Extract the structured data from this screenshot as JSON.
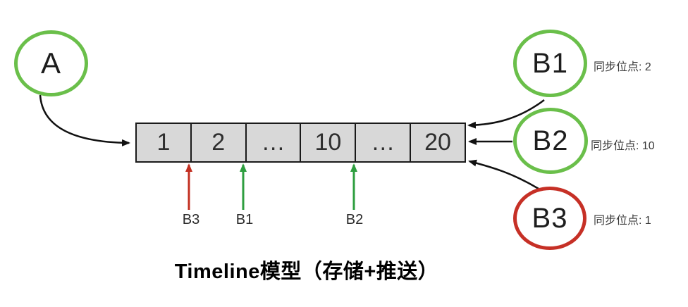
{
  "title": "Timeline模型（存储+推送）",
  "nodes": {
    "a": {
      "label": "A"
    },
    "b1": {
      "label": "B1",
      "note": "同步位点: 2"
    },
    "b2": {
      "label": "B2",
      "note": "同步位点: 10"
    },
    "b3": {
      "label": "B3",
      "note": "同步位点: 1"
    }
  },
  "timeline": {
    "cells": [
      "1",
      "2",
      "…",
      "10",
      "…",
      "20"
    ]
  },
  "pointers": [
    {
      "label": "B3",
      "color": "red",
      "points_at_cell_boundary": "1|2"
    },
    {
      "label": "B1",
      "color": "green",
      "points_at_cell_boundary": "2|…"
    },
    {
      "label": "B2",
      "color": "green",
      "points_at_cell_boundary": "10|…"
    }
  ],
  "colors": {
    "node_green": "#6abf4a",
    "node_red": "#c63026",
    "arrow_green": "#2e9e3f",
    "arrow_red": "#c22f21",
    "arrow_black": "#111111",
    "cell_fill": "#d8d8d8"
  }
}
